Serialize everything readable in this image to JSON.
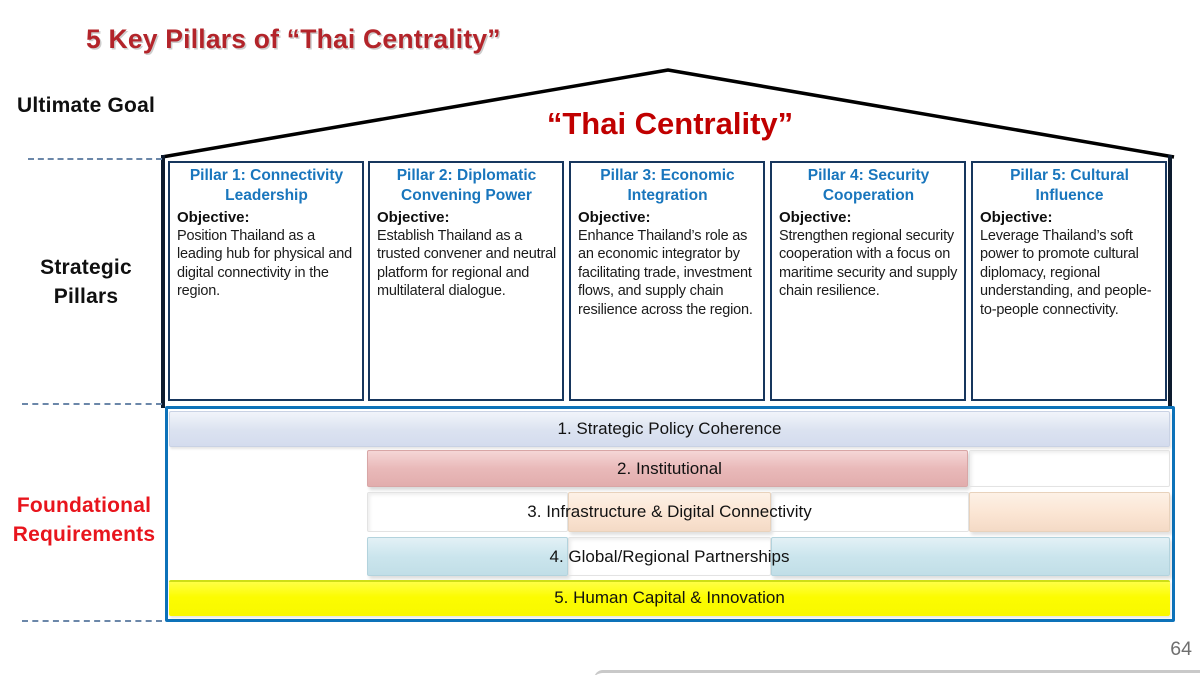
{
  "slide": {
    "title": "5 Key Pillars of “Thai Centrality”",
    "page_number": "64"
  },
  "roof": {
    "label": "“Thai Centrality”"
  },
  "side_labels": {
    "ultimate_goal": "Ultimate Goal",
    "strategic_pillars": "Strategic Pillars",
    "foundational_requirements": "Foundational Requirements"
  },
  "objective_label": "Objective:",
  "pillars": [
    {
      "title": "Pillar 1: Connectivity Leadership",
      "body": "Position Thailand as a leading hub for physical and digital connectivity in the region."
    },
    {
      "title": "Pillar 2: Diplomatic Convening Power",
      "body": "Establish Thailand as a trusted convener and neutral platform for regional and multilateral dialogue."
    },
    {
      "title": "Pillar 3: Economic Integration",
      "body": "Enhance Thailand’s role as an economic integrator by facilitating trade, investment flows, and supply chain resilience across the region."
    },
    {
      "title": "Pillar 4: Security Cooperation",
      "body": "Strengthen regional security cooperation with a focus on maritime security and supply chain resilience."
    },
    {
      "title": "Pillar 5: Cultural Influence",
      "body": "Leverage Thailand’s soft power to promote cultural diplomacy, regional understanding, and people-to-people connectivity."
    }
  ],
  "foundation": {
    "rows": [
      {
        "label": "1. Strategic Policy Coherence",
        "color": "#dbe2f0"
      },
      {
        "label": "2. Institutional",
        "color": "#e9b9b9"
      },
      {
        "label": "3. Infrastructure & Digital Connectivity",
        "color": "#fbe5d3"
      },
      {
        "label": "4. Global/Regional Partnerships",
        "color": "#cbe5ed"
      },
      {
        "label": "5. Human Capital & Innovation",
        "color": "#ffff00"
      }
    ]
  },
  "colors": {
    "title_red": "#b3242a",
    "roof_text_red": "#c00000",
    "foundational_label_red": "#e8151d",
    "pillar_header_blue": "#1976bd",
    "pillar_border_navy": "#17365d",
    "foundation_border_blue": "#0d72b9"
  }
}
